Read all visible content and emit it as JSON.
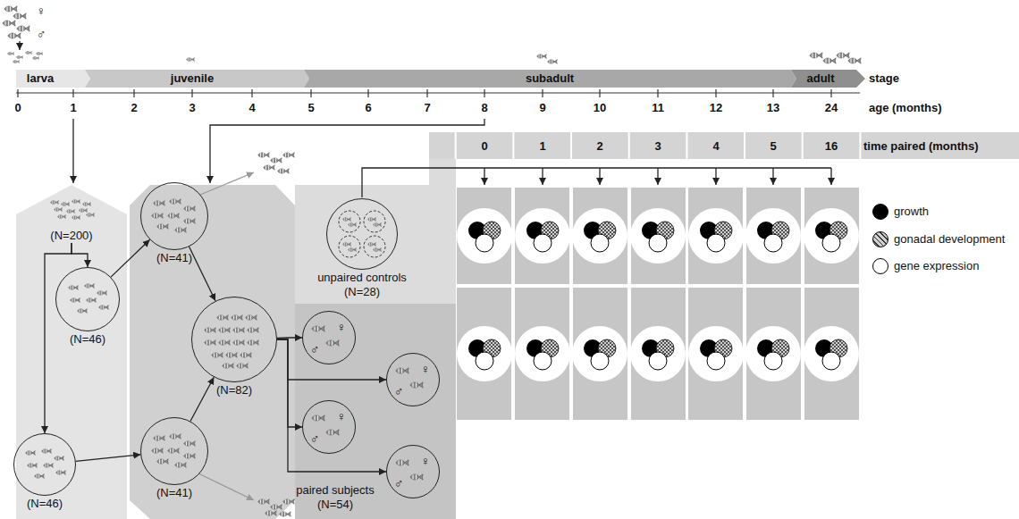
{
  "diagram": {
    "nodes": [
      {
        "text": [
          "(N=200)"
        ]
      },
      {
        "text": [
          "(N=46)"
        ]
      },
      {
        "text": [
          "(N=46)"
        ]
      },
      {
        "text": [
          "(N=41)"
        ]
      },
      {
        "text": [
          "(N=41)"
        ]
      },
      {
        "text": [
          "(N=82)"
        ]
      },
      {
        "text": [
          "unpaired controls",
          "(N=28)"
        ]
      },
      {
        "text": [
          "♀",
          "♂"
        ]
      },
      {
        "text": [
          "♀",
          "♂"
        ]
      },
      {
        "text": [
          "♀",
          "♂"
        ]
      },
      {
        "text": [
          "♀",
          "♂"
        ]
      }
    ],
    "edges": [
      {
        "from": 0,
        "to": 1,
        "arrow": "to"
      },
      {
        "from": 0,
        "to": 2,
        "arrow": "to"
      },
      {
        "from": 1,
        "to": 3,
        "arrow": "to"
      },
      {
        "from": 2,
        "to": 4,
        "arrow": "to"
      },
      {
        "from": 3,
        "to": 5,
        "arrow": "to"
      },
      {
        "from": 4,
        "to": 5,
        "arrow": "to"
      },
      {
        "from": 5,
        "to": 7,
        "arrow": "to"
      },
      {
        "from": 5,
        "to": 8,
        "arrow": "to"
      },
      {
        "from": 5,
        "to": 9,
        "arrow": "to"
      },
      {
        "from": 5,
        "to": 10,
        "arrow": "to"
      }
    ],
    "labels": [
      "♀",
      "♂",
      "larva",
      "juvenile",
      "subadult",
      "adult",
      "stage",
      "0",
      "1",
      "2",
      "3",
      "4",
      "5",
      "6",
      "7",
      "8",
      "9",
      "10",
      "11",
      "12",
      "13",
      "24",
      "age (months)",
      "0",
      "1",
      "2",
      "3",
      "4",
      "5",
      "16",
      "time paired (months)",
      "paired subjects (N=54)"
    ],
    "legend": [
      {
        "text": "growth",
        "color": "#000000"
      },
      {
        "text": "gonadal development"
      },
      {
        "text": "gene expression",
        "color": "#ffffff"
      }
    ]
  }
}
